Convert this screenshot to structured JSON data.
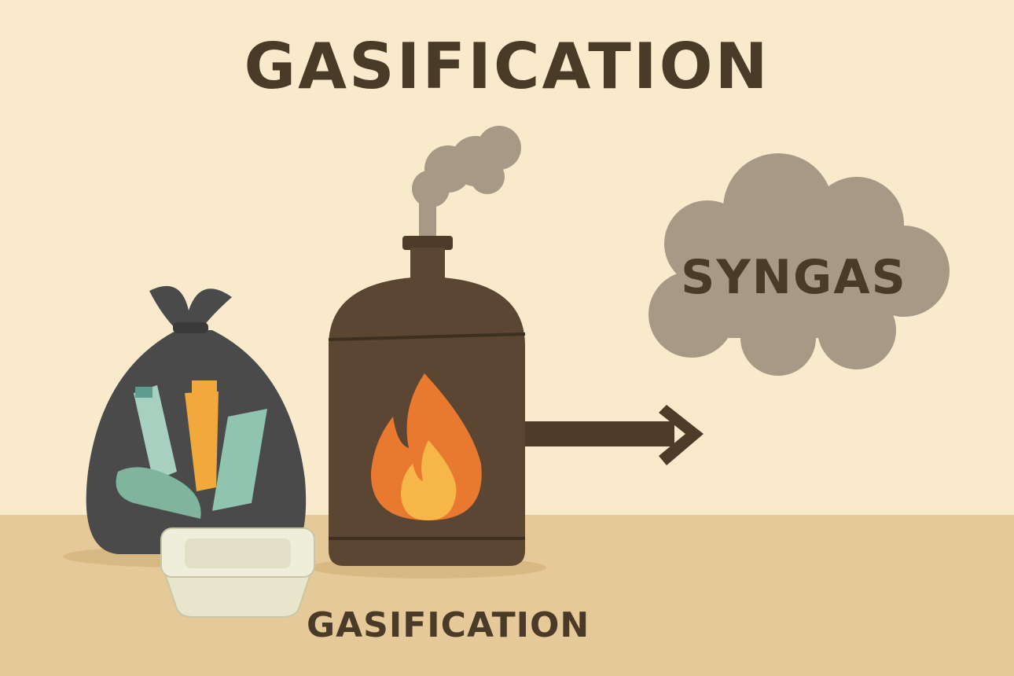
{
  "title": "GASIFICATION",
  "cloud_label": "SYNGAS",
  "bottom_label": "GASIFICATION",
  "colors": {
    "background": "#f8eacb",
    "floor": "#e6c998",
    "text": "#4a3a28",
    "tank": "#5a4632",
    "cloud": "#a69a86",
    "bag": "#4a4a4a",
    "flame_outer": "#e8792e",
    "flame_inner": "#f7b648"
  }
}
